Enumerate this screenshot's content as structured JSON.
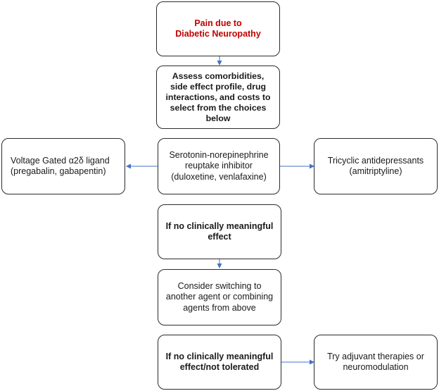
{
  "nodes": {
    "start": "Pain due to\nDiabetic Neuropathy",
    "assess": "Assess comorbidities, side effect profile, drug interactions, and costs to select from the choices below",
    "voltage": "Voltage Gated α2δ ligand (pregabalin, gabapentin)",
    "snri": "Serotonin-norepinephrine reuptake inhibitor (duloxetine, venlafaxine)",
    "tca": "Tricyclic antidepressants (amitriptyline)",
    "no_effect_1": "If no clinically meaningful effect",
    "switch": "Consider switching to another agent or combining agents from above",
    "no_effect_2": "If no clinically meaningful effect/not tolerated",
    "adjuvant": "Try adjuvant therapies or neuromodulation"
  },
  "colors": {
    "start_text": "#c00000",
    "arrow": "#4472c4",
    "border": "#2b2b2b"
  }
}
